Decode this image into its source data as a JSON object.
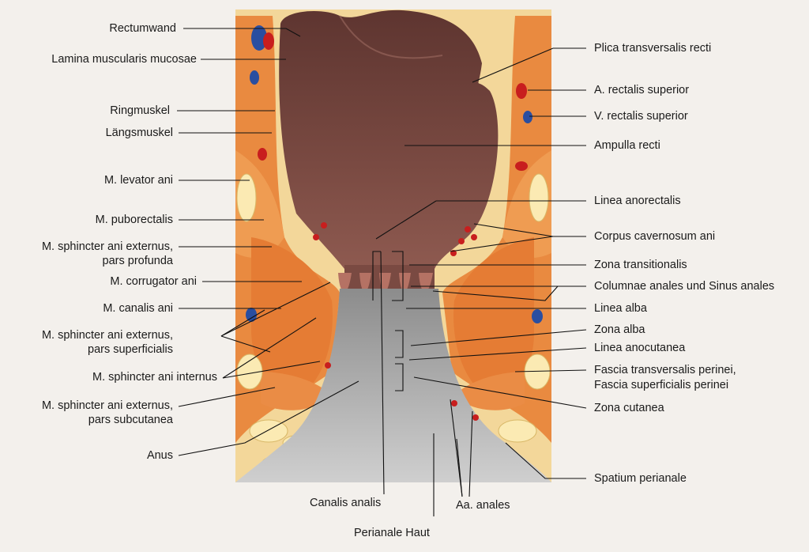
{
  "labels_left": [
    {
      "id": "rectumwand",
      "text": "Rectumwand"
    },
    {
      "id": "lamina",
      "text": "Lamina muscularis mucosae"
    },
    {
      "id": "ringmuskel",
      "text": "Ringmuskel"
    },
    {
      "id": "laengsmuskel",
      "text": "Längsmuskel"
    },
    {
      "id": "levator",
      "text": "M. levator ani"
    },
    {
      "id": "puborectalis",
      "text": "M. puborectalis"
    },
    {
      "id": "ext-profunda-1",
      "text": "M. sphincter ani externus,"
    },
    {
      "id": "ext-profunda-2",
      "text": "pars profunda"
    },
    {
      "id": "corrugator",
      "text": "M. corrugator ani"
    },
    {
      "id": "canalis-ani",
      "text": "M. canalis ani"
    },
    {
      "id": "ext-superf-1",
      "text": "M. sphincter ani externus,"
    },
    {
      "id": "ext-superf-2",
      "text": "pars superficialis"
    },
    {
      "id": "internus",
      "text": "M. sphincter ani internus"
    },
    {
      "id": "ext-subcut-1",
      "text": "M. sphincter ani externus,"
    },
    {
      "id": "ext-subcut-2",
      "text": "pars subcutanea"
    },
    {
      "id": "anus",
      "text": "Anus"
    }
  ],
  "labels_right": [
    {
      "id": "plica",
      "text": "Plica transversalis recti"
    },
    {
      "id": "a-rectalis",
      "text": "A. rectalis superior"
    },
    {
      "id": "v-rectalis",
      "text": "V. rectalis superior"
    },
    {
      "id": "ampulla",
      "text": "Ampulla recti"
    },
    {
      "id": "linea-anorectalis",
      "text": "Linea anorectalis"
    },
    {
      "id": "corpus",
      "text": "Corpus cavernosum ani"
    },
    {
      "id": "zona-trans",
      "text": "Zona transitionalis"
    },
    {
      "id": "columnae",
      "text": "Columnae anales und Sinus anales"
    },
    {
      "id": "linea-alba",
      "text": "Linea alba"
    },
    {
      "id": "zona-alba",
      "text": "Zona alba"
    },
    {
      "id": "linea-anocutanea",
      "text": "Linea anocutanea"
    },
    {
      "id": "fascia-1",
      "text": "Fascia transversalis perinei,"
    },
    {
      "id": "fascia-2",
      "text": "Fascia superficialis perinei"
    },
    {
      "id": "zona-cutanea",
      "text": "Zona cutanea"
    },
    {
      "id": "spatium",
      "text": "Spatium perianale"
    }
  ],
  "labels_bottom": [
    {
      "id": "canalis-analis",
      "text": "Canalis analis"
    },
    {
      "id": "aa-anales",
      "text": "Aa. anales"
    },
    {
      "id": "perianale-haut",
      "text": "Perianale Haut"
    }
  ],
  "colors": {
    "muscle": "#e8893f",
    "muscle_light": "#f2b070",
    "fat": "#f6e3a6",
    "lumen": "#6e4038",
    "mucosa": "#8a5048",
    "skin": "#a9a9a9",
    "artery": "#c81e1e",
    "vein": "#2a4ea0",
    "page": "#f3f0ec"
  }
}
